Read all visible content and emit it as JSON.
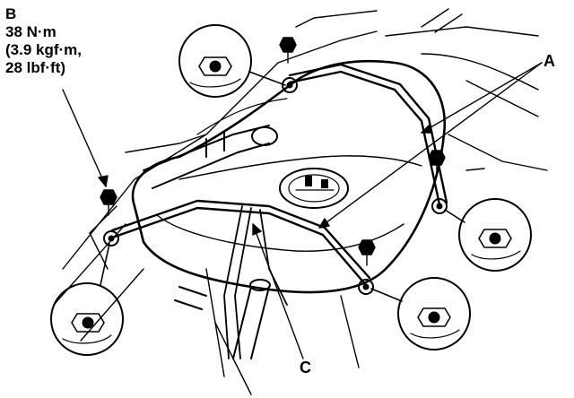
{
  "torque_spec": {
    "callout": "B",
    "line1": "38 N·m",
    "line2": "(3.9 kgf·m,",
    "line3": "28 lbf·ft)"
  },
  "callouts": {
    "a": "A",
    "c": "C"
  },
  "colors": {
    "ink": "#000000",
    "paper": "#ffffff"
  }
}
